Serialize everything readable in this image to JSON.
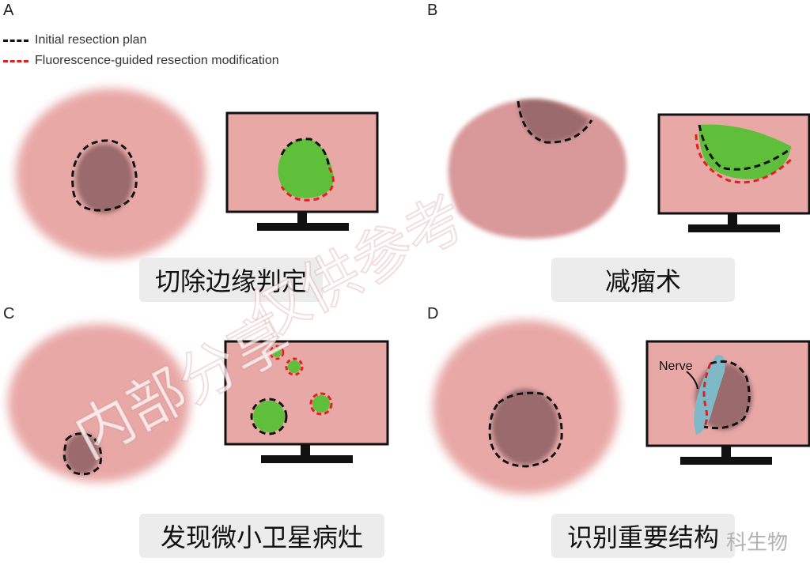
{
  "panels": {
    "a": {
      "letter": "A",
      "caption": "切除边缘判定"
    },
    "b": {
      "letter": "B",
      "caption": "减瘤术"
    },
    "c": {
      "letter": "C",
      "caption": "发现微小卫星病灶"
    },
    "d": {
      "letter": "D",
      "caption": "识别重要结构",
      "nerve_label": "Nerve"
    }
  },
  "legend": {
    "initial_plan": {
      "label": "Initial resection plan",
      "color": "#111111"
    },
    "fluorescence_mod": {
      "label": "Fluorescence-guided resection modification",
      "color": "#e02020"
    }
  },
  "watermark": {
    "line1": "仅供参考",
    "line2": "内部分享"
  },
  "corner_mark": "科生物",
  "colors": {
    "tissue": "#e8a8a6",
    "tumor": "#9a6a6c",
    "fluorescence": "#5fbf3a",
    "nerve": "#7fb9c8",
    "monitor": "#111111"
  }
}
